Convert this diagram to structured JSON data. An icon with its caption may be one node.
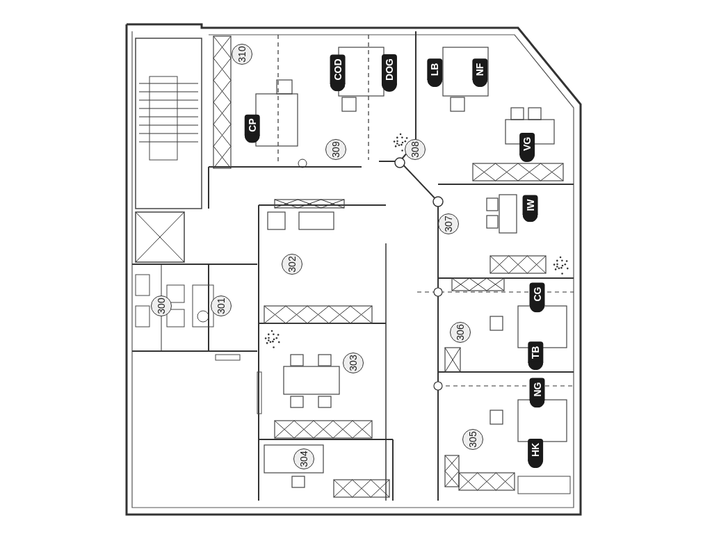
{
  "diagram": {
    "labels": [
      "310",
      "COD",
      "DOG",
      "LB",
      "NF",
      "CP",
      "309",
      "308",
      "VG",
      "IW",
      "307",
      "302",
      "CG",
      "300",
      "301",
      "306",
      "TB",
      "303",
      "NG",
      "305",
      "HK",
      "304"
    ]
  }
}
